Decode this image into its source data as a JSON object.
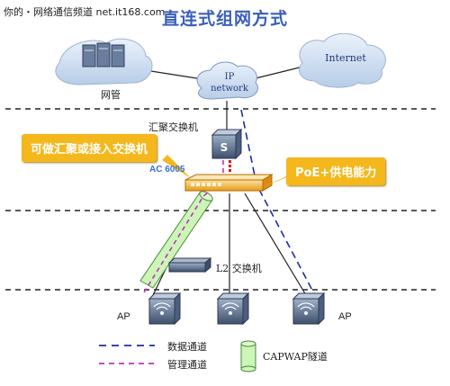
{
  "watermark": "你的・网络通信频道 net.it168.com",
  "title": "直连式组网方式",
  "clouds": {
    "management": "网管",
    "ip_network_line1": "IP",
    "ip_network_line2": "network",
    "internet": "Internet"
  },
  "labels": {
    "aggregation_switch": "汇聚交换机",
    "ac": "AC 6005",
    "l2_switch": "L2 交换机",
    "ap_left": "AP",
    "ap_right": "AP"
  },
  "callouts": {
    "left": "可做汇聚或接入交换机",
    "right": "PoE+供电能力"
  },
  "legend": {
    "data_channel": "数据通道",
    "mgmt_channel": "管理通道",
    "capwap": "CAPWAP隧道"
  },
  "colors": {
    "title": "#3a5fb8",
    "callout": "#f4b81c",
    "data_channel": "#1a2ea8",
    "mgmt_channel": "#c030c0",
    "capwap": "#cdf5b8"
  }
}
